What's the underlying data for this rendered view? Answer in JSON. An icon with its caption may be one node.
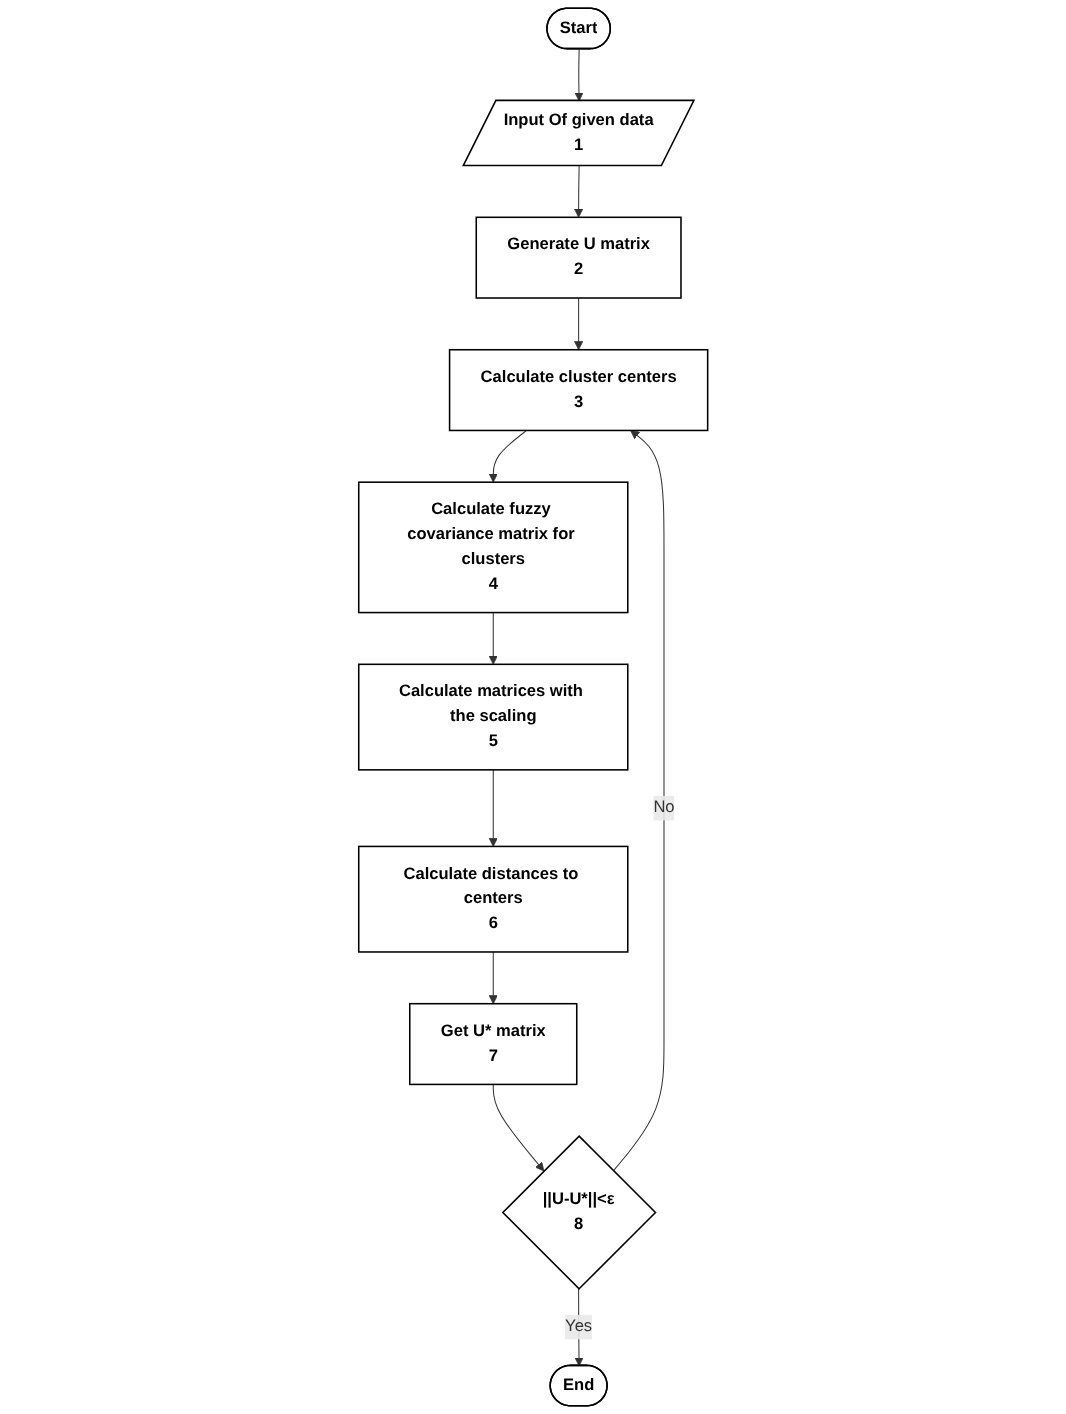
{
  "diagram": {
    "nodes": [
      {
        "text": [
          "Start"
        ]
      },
      {
        "text": [
          "Input Of given data",
          "1"
        ]
      },
      {
        "text": [
          "Generate U matrix",
          "2"
        ]
      },
      {
        "text": [
          "Calculate cluster centers",
          "3"
        ]
      },
      {
        "text": [
          "Calculate fuzzy covariance matrix for clusters",
          "4"
        ]
      },
      {
        "text": [
          "Calculate matrices with the scaling",
          "5"
        ]
      },
      {
        "text": [
          "Calculate distances to centers",
          "6"
        ]
      },
      {
        "text": [
          "Get U* matrix",
          "7"
        ]
      },
      {
        "text": [
          "||U-U*||<ε",
          "8"
        ]
      },
      {
        "text": [
          "End"
        ]
      }
    ],
    "edges": [
      {
        "from": 0,
        "to": 1,
        "arrow": "to"
      },
      {
        "from": 1,
        "to": 2,
        "arrow": "to"
      },
      {
        "from": 2,
        "to": 3,
        "arrow": "to"
      },
      {
        "from": 3,
        "to": 4,
        "arrow": "to"
      },
      {
        "from": 4,
        "to": 5,
        "arrow": "to"
      },
      {
        "from": 5,
        "to": 6,
        "arrow": "to"
      },
      {
        "from": 6,
        "to": 7,
        "arrow": "to"
      },
      {
        "from": 7,
        "to": 8,
        "arrow": "to"
      },
      {
        "from": 8,
        "to": 9,
        "arrow": "to",
        "label": "Yes"
      },
      {
        "from": 8,
        "to": 3,
        "arrow": "to",
        "label": "No"
      }
    ]
  }
}
